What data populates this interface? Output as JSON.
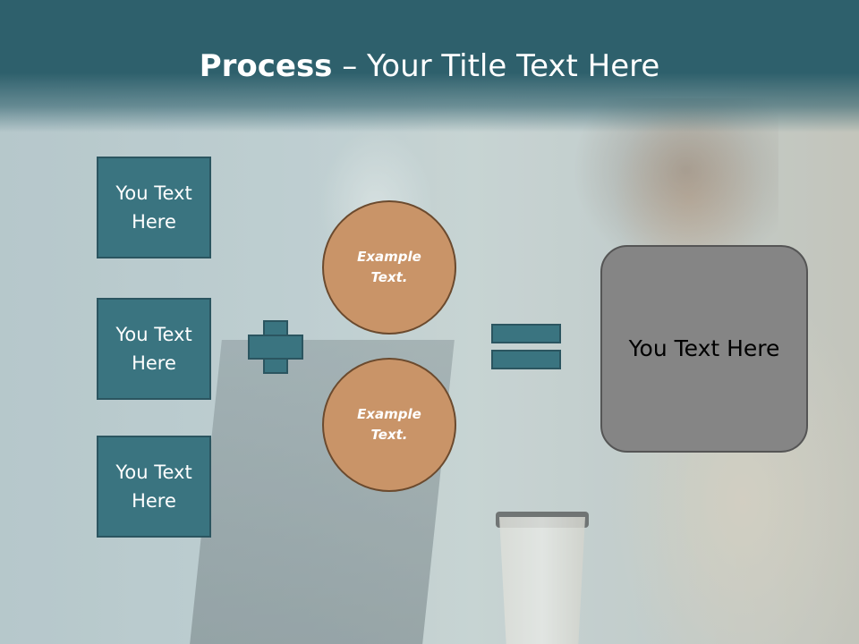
{
  "title": {
    "strong": "Process",
    "rest": " – Your Title Text Here"
  },
  "boxes": [
    "You Text Here",
    "You Text Here",
    "You Text Here"
  ],
  "circles": [
    "Example Text.",
    "Example Text."
  ],
  "result": "You Text Here",
  "colors": {
    "header": "#2e606c",
    "box": "#3a7480",
    "circle": "#c99468",
    "result": "#858585"
  }
}
